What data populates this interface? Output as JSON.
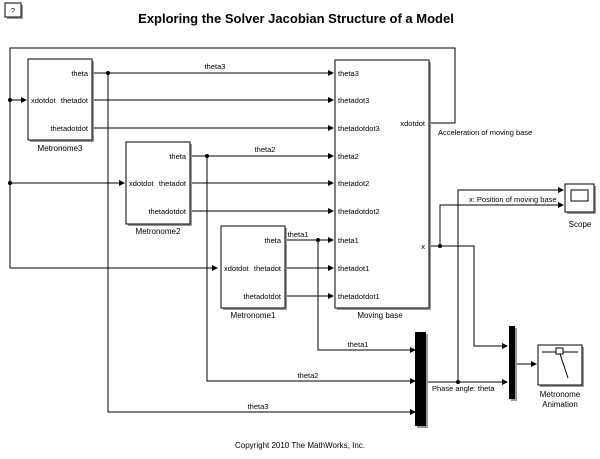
{
  "help_button": {
    "label": "?"
  },
  "title": "Exploring the Solver Jacobian Structure of a Model",
  "copyright": "Copyright 2010 The MathWorks, Inc.",
  "metronome3": {
    "name": "Metronome3",
    "in": "xdotdot",
    "out": [
      "theta",
      "thetadot",
      "thetadotdot"
    ]
  },
  "metronome2": {
    "name": "Metronome2",
    "in": "xdotdot",
    "out": [
      "theta",
      "thetadot",
      "thetadotdot"
    ]
  },
  "metronome1": {
    "name": "Metronome1",
    "in": "xdotdot",
    "out": [
      "theta",
      "thetadot",
      "thetadotdot"
    ]
  },
  "moving_base": {
    "name": "Moving base",
    "in": [
      "theta3",
      "thetadot3",
      "thetadotdot3",
      "theta2",
      "thetadot2",
      "thetadotdot2",
      "theta1",
      "thetadot1",
      "thetadotdot1"
    ],
    "out_xdotdot": "xdotdot",
    "out_x": "x"
  },
  "scope": {
    "name": "Scope"
  },
  "animation": {
    "name_line1": "Metronome",
    "name_line2": "Animation"
  },
  "signals": {
    "theta3": "theta3",
    "theta2": "theta2",
    "theta1": "theta1",
    "accel": "Acceleration of moving base",
    "position": "x: Position of moving base",
    "phase": "Phase angle: theta",
    "mux_theta1": "theta1",
    "mux_theta2": "theta2",
    "mux_theta3": "theta3"
  }
}
